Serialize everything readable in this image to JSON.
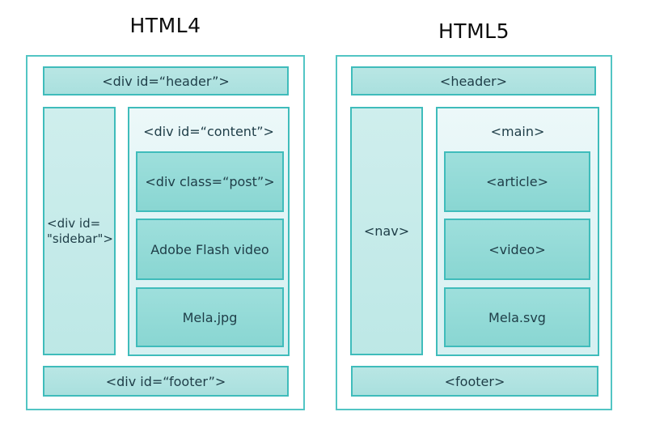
{
  "colors": {
    "panel-border": "#52c5c4",
    "box-border": "#3fbcbb",
    "bar-fill-top": "#b9e6e4",
    "bar-fill-bottom": "#a9e0de",
    "side-fill-top": "#cfeeed",
    "side-fill-bottom": "#bde8e6",
    "area-fill-top": "#ecf8f9",
    "area-fill-bottom": "#d5f0f1",
    "inner-fill-top": "#9edfdc",
    "inner-fill-bottom": "#89d6d2",
    "text": "#1e3d47",
    "title-text": "#0d0d0d"
  },
  "html4": {
    "title": "HTML4",
    "header": "<div id=“header”>",
    "sidebar": {
      "line1": "<div id=",
      "line2": "\"sidebar\">"
    },
    "content": "<div id=“content”>",
    "post": "<div class=“post”>",
    "flash": "Adobe Flash video",
    "image": "Mela.jpg",
    "footer": "<div id=“footer”>"
  },
  "html5": {
    "title": "HTML5",
    "header": "<header>",
    "nav": "<nav>",
    "main": "<main>",
    "article": "<article>",
    "video": "<video>",
    "image": "Mela.svg",
    "footer": "<footer>"
  }
}
